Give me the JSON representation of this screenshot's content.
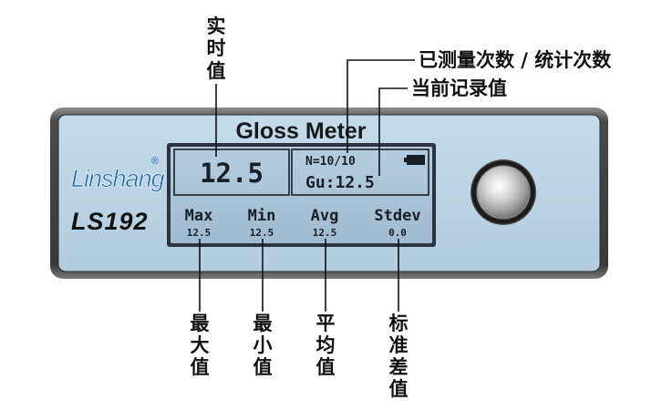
{
  "device": {
    "title": "Gloss Meter",
    "brand": "Linshang",
    "model": "LS192"
  },
  "lcd": {
    "realtime_value": "12.5",
    "count_text": "N=10/10",
    "current_record": "Gu:12.5",
    "stats": [
      {
        "label": "Max",
        "value": "12.5"
      },
      {
        "label": "Min",
        "value": "12.5"
      },
      {
        "label": "Avg",
        "value": "12.5"
      },
      {
        "label": "Stdev",
        "value": "0.0"
      }
    ]
  },
  "callouts": {
    "realtime": [
      "实",
      "时",
      "值"
    ],
    "count": "已测量次数 / 统计次数",
    "record": "当前记录值",
    "max": [
      "最",
      "大",
      "值"
    ],
    "min": [
      "最",
      "小",
      "值"
    ],
    "avg": [
      "平",
      "均",
      "值"
    ],
    "stdev": [
      "标",
      "准",
      "差",
      "值"
    ]
  },
  "colors": {
    "panel": "#b9d3e4",
    "lcd": "#a9c4d8",
    "frame": "#3a3a3a",
    "brand": "#1e66b0"
  }
}
